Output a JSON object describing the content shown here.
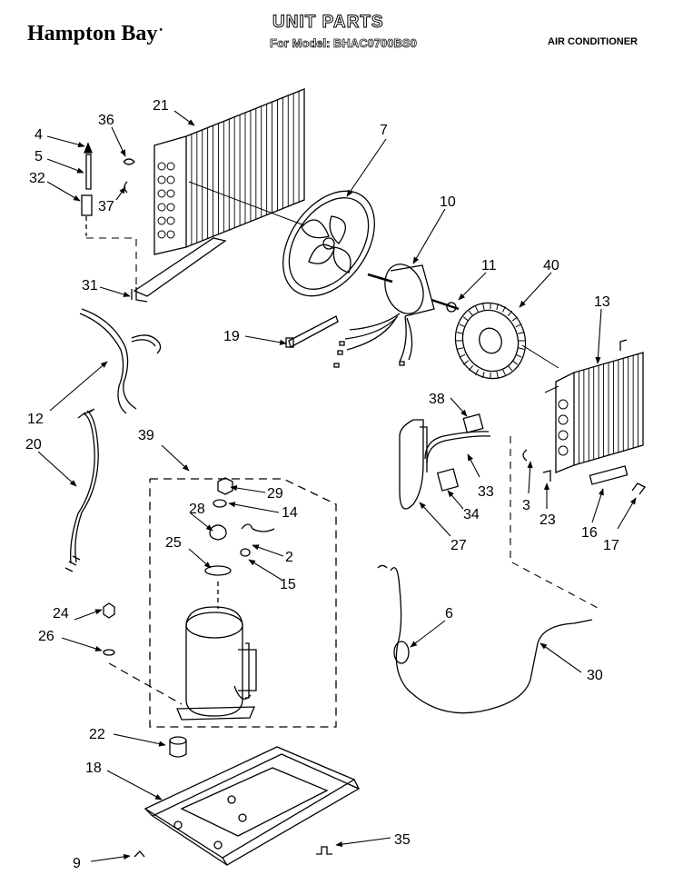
{
  "header": {
    "brand": "Hampton Bay",
    "brand_mark": "•",
    "title": "UNIT PARTS",
    "model_line": "For Model: BHAC0700BS0",
    "category": "AIR CONDITIONER"
  },
  "callouts": [
    "4",
    "5",
    "32",
    "36",
    "37",
    "21",
    "7",
    "10",
    "11",
    "40",
    "13",
    "31",
    "19",
    "12",
    "20",
    "38",
    "33",
    "3",
    "23",
    "16",
    "17",
    "39",
    "29",
    "14",
    "28",
    "2",
    "25",
    "15",
    "34",
    "27",
    "24",
    "26",
    "6",
    "30",
    "22",
    "18",
    "35",
    "9"
  ]
}
